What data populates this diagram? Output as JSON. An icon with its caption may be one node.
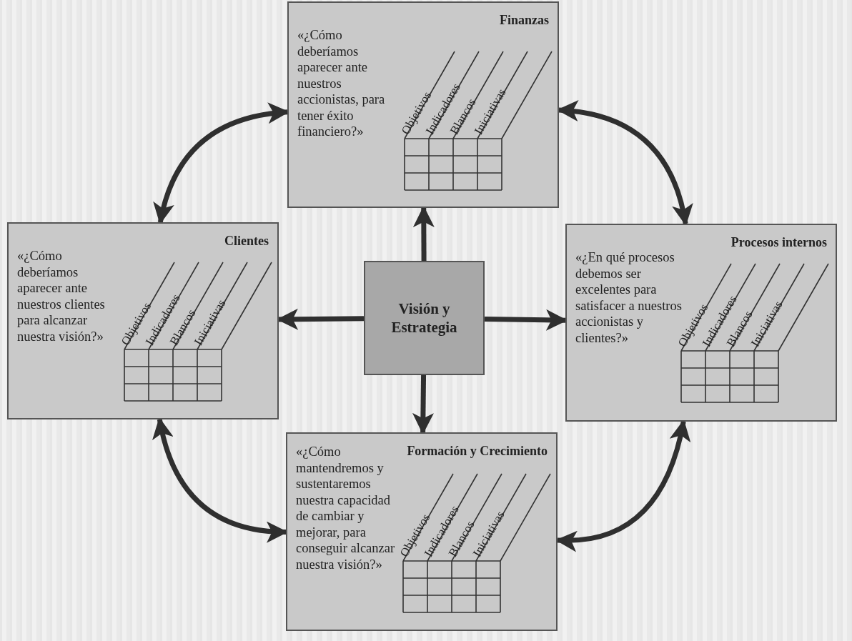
{
  "diagram": {
    "nodes": [
      {
        "text": [
          "Finanzas",
          "«¿Cómo deberíamos aparecer ante nuestros accionistas, para tener éxito financiero?»",
          "Objetivos",
          "Indicadores",
          "Blancos",
          "Iniciativas"
        ]
      },
      {
        "text": [
          "Clientes",
          "«¿Cómo deberíamos aparecer ante nuestros clientes para alcanzar nuestra visión?»",
          "Objetivos",
          "Indicadores",
          "Blancos",
          "Iniciativas"
        ]
      },
      {
        "text": [
          "Visión y Estrategia"
        ]
      },
      {
        "text": [
          "Procesos internos",
          "«¿En qué procesos debemos ser excelentes para satisfacer a nuestros accionistas y clientes?»",
          "Objetivos",
          "Indicadores",
          "Blancos",
          "Iniciativas"
        ]
      },
      {
        "text": [
          "Formación y Crecimiento",
          "«¿Cómo mantendremos y sustentaremos nuestra capacidad de cambiar y mejorar, para conseguir alcanzar nuestra visión?»",
          "Objetivos",
          "Indicadores",
          "Blancos",
          "Iniciativas"
        ]
      }
    ],
    "edges": [
      {
        "from": 2,
        "to": 0,
        "arrow": "to"
      },
      {
        "from": 2,
        "to": 1,
        "arrow": "to"
      },
      {
        "from": 2,
        "to": 3,
        "arrow": "to"
      },
      {
        "from": 2,
        "to": 4,
        "arrow": "to"
      },
      {
        "from": 1,
        "to": 0,
        "arrow": "both"
      },
      {
        "from": 0,
        "to": 3,
        "arrow": "both"
      },
      {
        "from": 3,
        "to": 4,
        "arrow": "both"
      },
      {
        "from": 4,
        "to": 1,
        "arrow": "both"
      }
    ]
  }
}
